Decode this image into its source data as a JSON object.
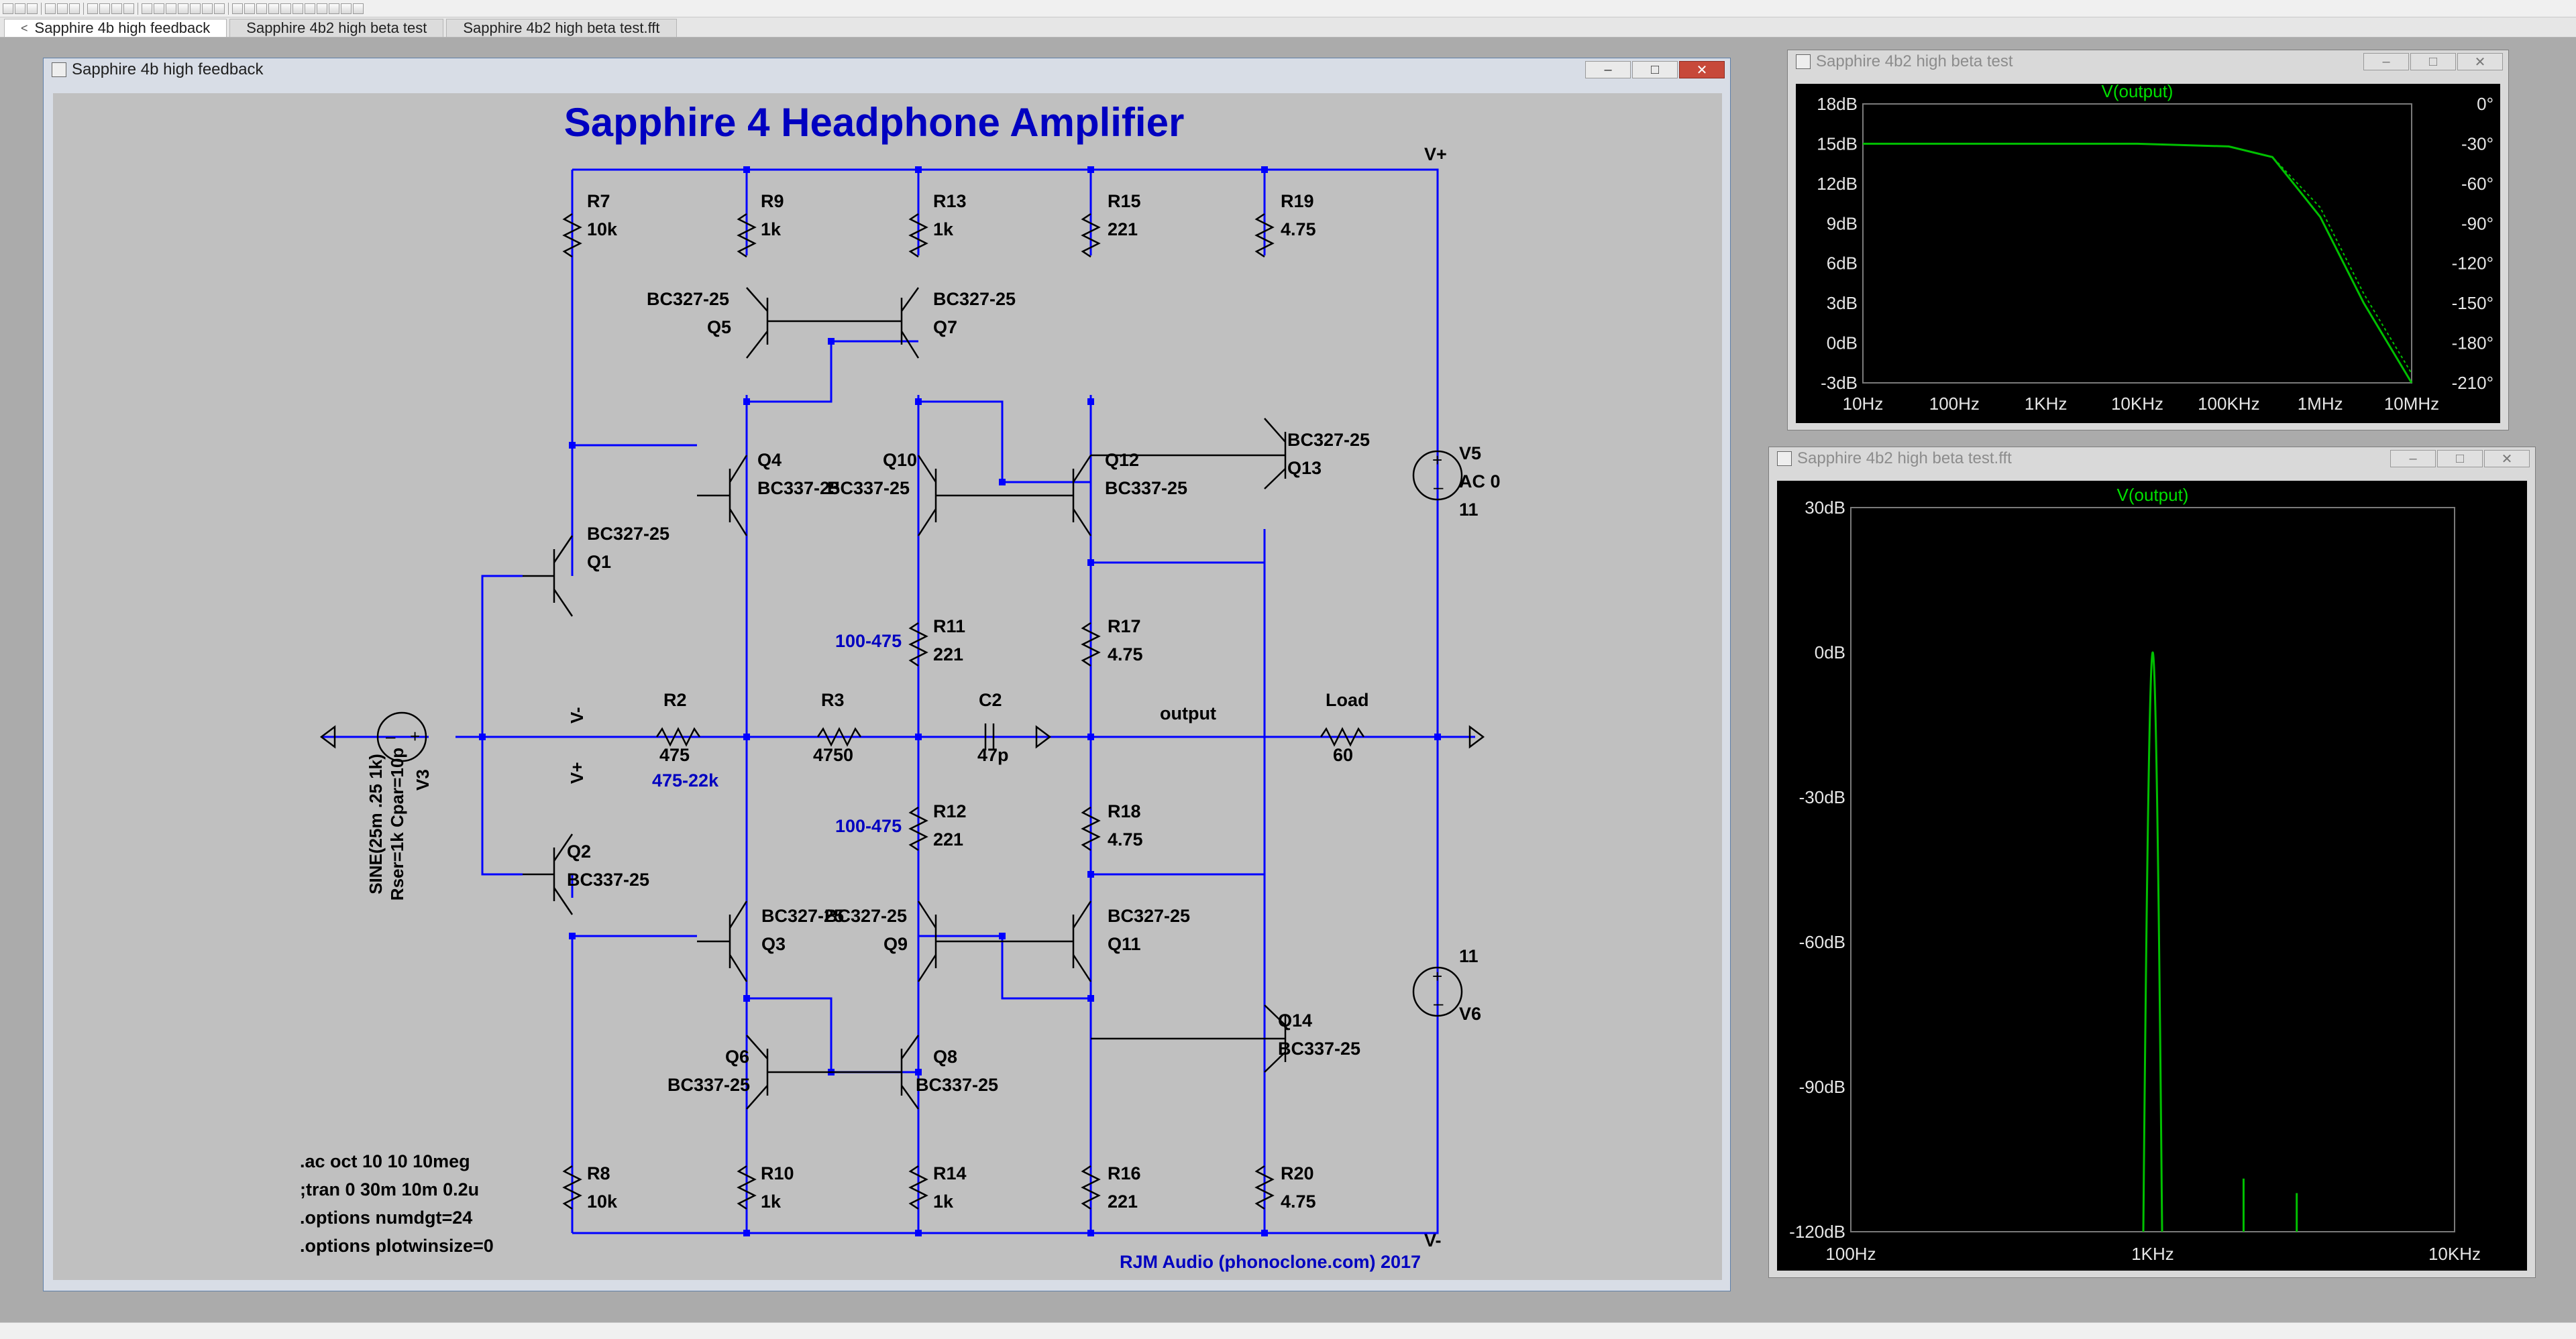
{
  "tabs": [
    {
      "label": "Sapphire 4b high feedback",
      "active": true
    },
    {
      "label": "Sapphire 4b2 high beta test",
      "active": false
    },
    {
      "label": "Sapphire 4b2 high beta test.fft",
      "active": false
    }
  ],
  "schematic_window": {
    "title": "Sapphire 4b high feedback",
    "heading": "Sapphire 4 Headphone Amplifier",
    "credit": "RJM Audio (phonoclone.com) 2017",
    "spice_directives": [
      ".ac oct 10 10 10meg",
      ";tran 0 30m 10m 0.2u",
      ".options numdgt=24",
      ".options plotwinsize=0"
    ],
    "components": {
      "R7": "10k",
      "R9": "1k",
      "R13": "1k",
      "R15": "221",
      "R19": "4.75",
      "R11": "221",
      "R17": "4.75",
      "R2": "475",
      "R3": "4750",
      "C2": "47p",
      "R12": "221",
      "R18": "4.75",
      "Load": "60",
      "R8": "10k",
      "R10": "1k",
      "R14": "1k",
      "R16": "221",
      "R20": "4.75"
    },
    "transistors": {
      "Q1": "BC327-25",
      "Q2": "BC337-25",
      "Q3": "BC327-25",
      "Q4": "BC337-25",
      "Q5": "BC327-25",
      "Q6": "BC337-25",
      "Q7": "BC327-25",
      "Q8": "BC337-25",
      "Q9": "BC327-25",
      "Q10": "BC337-25",
      "Q11": "BC327-25",
      "Q12": "BC337-25",
      "Q13": "BC327-25",
      "Q14": "BC337-25"
    },
    "sources": {
      "V3": "V3",
      "V3_value": "SINE(25m .25 1k)",
      "V3_params": "Rser=1k Cpar=10p",
      "V5": "V5",
      "V5_value": "AC 0",
      "V5_dc": "11",
      "V6": "V6",
      "V6_dc": "11"
    },
    "annotations": {
      "R2_range": "475-22k",
      "R11_range": "100-475",
      "R12_range": "100-475"
    },
    "nets": {
      "vplus": "V+",
      "vminus": "V-",
      "output": "output"
    },
    "colors": {
      "accent": "#0000c0",
      "wire": "#0000ff",
      "background": "#c0c0c0"
    }
  },
  "ac_window": {
    "title": "Sapphire 4b2 high beta test",
    "trace_label": "V(output)",
    "y_ticks": [
      "18dB",
      "15dB",
      "12dB",
      "9dB",
      "6dB",
      "3dB",
      "0dB",
      "-3dB"
    ],
    "phase_ticks": [
      "0°",
      "-30°",
      "-60°",
      "-90°",
      "-120°",
      "-150°",
      "-180°",
      "-210°"
    ],
    "x_ticks": [
      "10Hz",
      "100Hz",
      "1KHz",
      "10KHz",
      "100KHz",
      "1MHz",
      "10MHz"
    ],
    "trace_color": "#00c000"
  },
  "fft_window": {
    "title": "Sapphire 4b2 high beta test.fft",
    "trace_label": "V(output)",
    "y_ticks": [
      "30dB",
      "0dB",
      "-30dB",
      "-60dB",
      "-90dB",
      "-120dB"
    ],
    "x_ticks": [
      "100Hz",
      "1KHz",
      "10KHz"
    ],
    "trace_color": "#00c000"
  },
  "chart_data": [
    {
      "type": "line",
      "title": "V(output)",
      "xlabel": "",
      "ylabel": "",
      "x_scale": "log",
      "x": [
        10,
        100,
        1000,
        10000,
        100000,
        300000,
        1000000,
        3000000,
        10000000
      ],
      "series": [
        {
          "name": "V(output)",
          "values": [
            15,
            15,
            15,
            15,
            14.8,
            14.0,
            9.5,
            3.0,
            -3.0
          ]
        }
      ],
      "ylim": [
        -3,
        18
      ],
      "y2lim": [
        -210,
        0
      ],
      "grid": false
    },
    {
      "type": "line",
      "title": "V(output)",
      "xlabel": "",
      "ylabel": "",
      "x_scale": "log",
      "x": [
        1000,
        2000,
        3000
      ],
      "series": [
        {
          "name": "V(output)",
          "values": [
            0,
            -109,
            -112
          ]
        }
      ],
      "ylim": [
        -120,
        30
      ],
      "grid": false
    }
  ]
}
